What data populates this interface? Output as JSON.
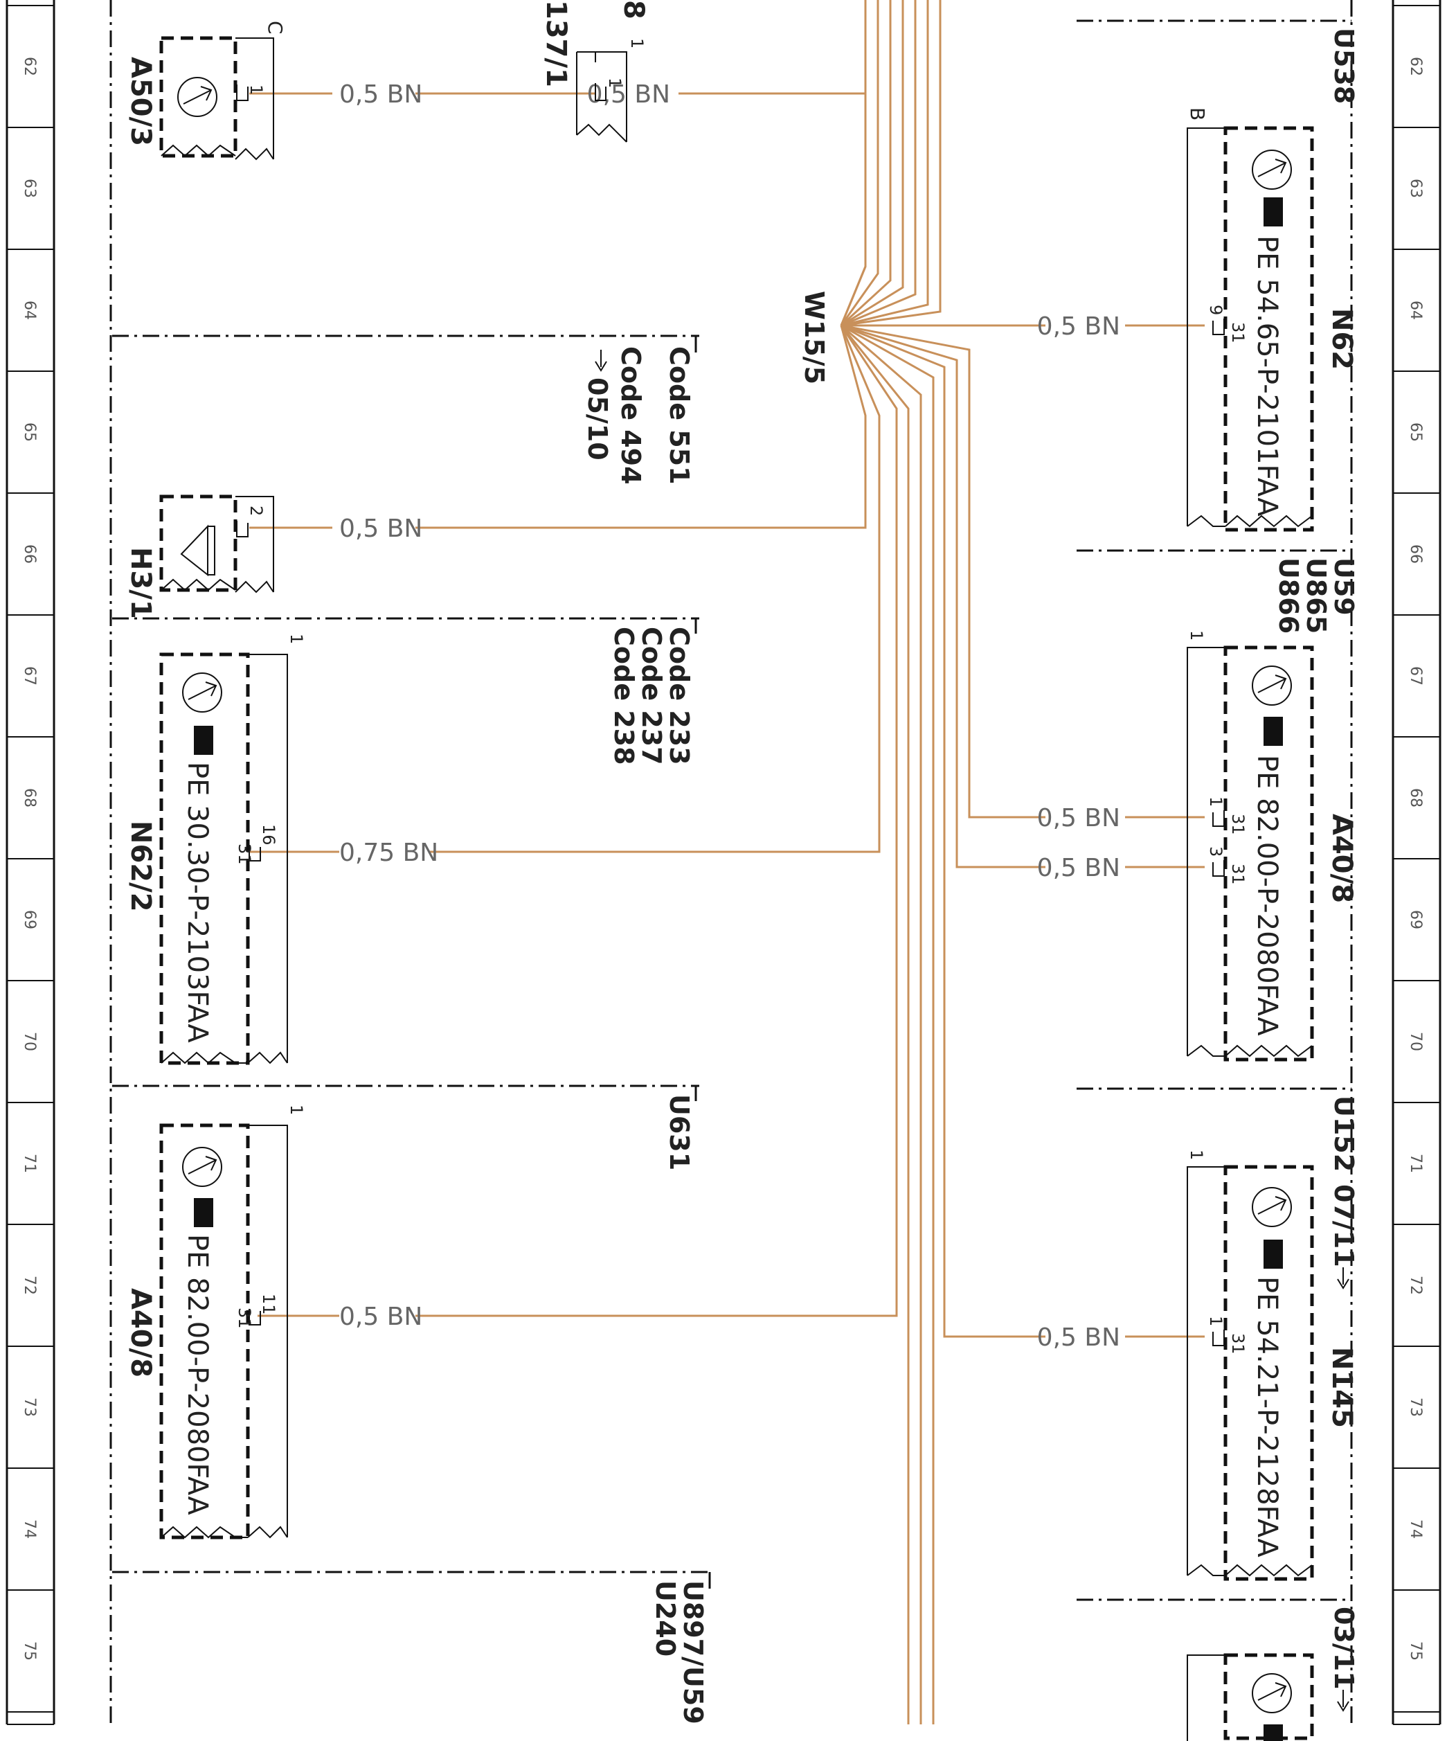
{
  "ruler_numbers": [
    "62",
    "63",
    "64",
    "65",
    "66",
    "67",
    "68",
    "69",
    "70",
    "71",
    "72",
    "73",
    "74",
    "75"
  ],
  "wire_labels": {
    "w1": "0,5 BN",
    "w2": "0,5 BN",
    "w3": "0,5 BN",
    "w4": "0,5 BN",
    "w5": "0,75 BN",
    "w6": "0,5 BN",
    "w7": "0,5 BN",
    "w8": "0,5 BN",
    "w9": "0,5 BN"
  },
  "bundle_label": "W15/5",
  "components": {
    "a50_3": {
      "name": "A50/3",
      "pin": "1",
      "tag": "C"
    },
    "conn_137_1": {
      "name": "137/1",
      "extra": "8",
      "pin1": "1",
      "pin2": "1"
    },
    "h3_1": {
      "name": "H3/1",
      "pin": "2"
    },
    "n62_2": {
      "name": "N62/2",
      "ref": "PE 30.30-P-2103FAA",
      "pin": "16",
      "ground": "31",
      "corner": "1"
    },
    "a40_8_left": {
      "name": "A40/8",
      "ref": "PE 82.00-P-2080FAA",
      "pin": "11",
      "ground": "31",
      "corner": "1"
    },
    "n62": {
      "name": "N62",
      "ref": "PE 54.65-P-2101FAA",
      "pin": "9",
      "ground": "31",
      "tag": "B"
    },
    "a40_8_right": {
      "name": "A40/8",
      "ref": "PE 82.00-P-2080FAA",
      "pin_a": "1",
      "pin_b": "3",
      "ground": "31",
      "corner": "1"
    },
    "n145": {
      "name": "N145",
      "ref": "PE 54.21-P-2128FAA",
      "pin": "1",
      "ground": "31",
      "corner": "1"
    }
  },
  "codes": {
    "code_551": "Code 551",
    "code_494": "Code 494",
    "ref_0510": "05/10",
    "code_233": "Code 233",
    "code_237": "Code 237",
    "code_238": "Code 238",
    "u631": "U631",
    "u897": "U897/U59",
    "u240": "U240",
    "u538": "U538",
    "u59": "U59",
    "u865": "U865",
    "u866": "U866",
    "u152": "U152",
    "d0711": "07/11",
    "d0311": "03/11"
  }
}
